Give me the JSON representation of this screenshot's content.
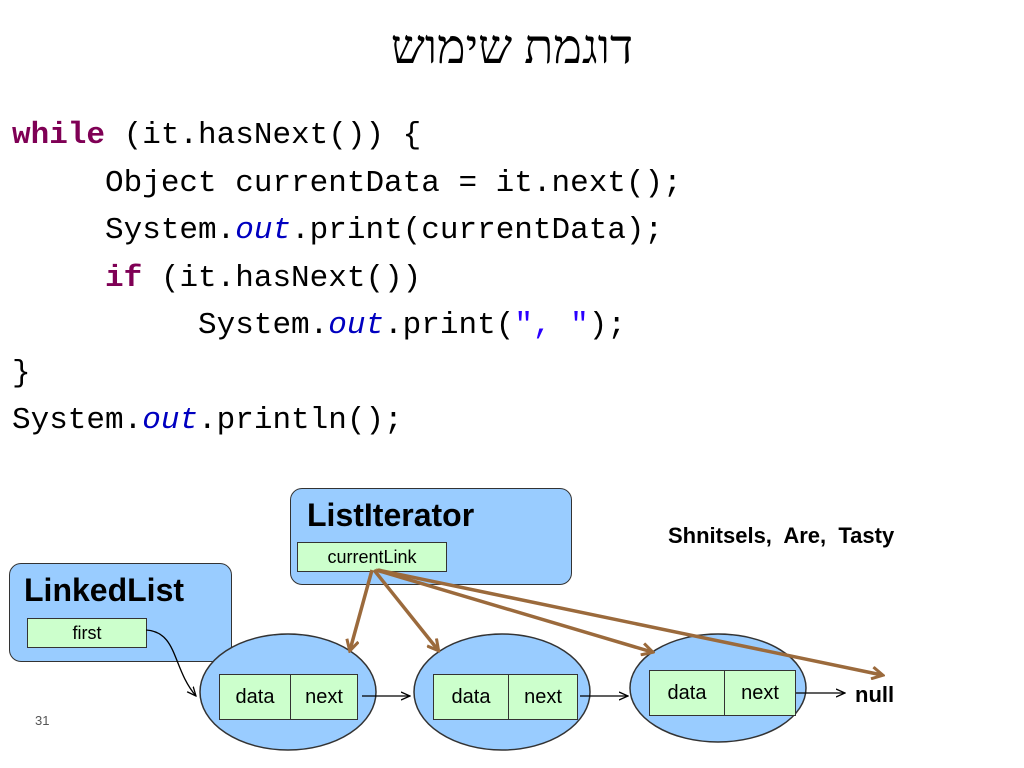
{
  "title": "דוגמת שימוש",
  "code": {
    "line1": {
      "kw": "while",
      "rest": " (it.hasNext()) {"
    },
    "line2": {
      "text": "     Object currentData = it.next();"
    },
    "line3": {
      "pre": "     System.",
      "it": "out",
      "post": ".print(currentData);"
    },
    "line4": {
      "indent": "     ",
      "kw": "if",
      "rest": " (it.hasNext())"
    },
    "line5": {
      "pre": "          System.",
      "it": "out",
      "mid": ".print(",
      "str": "\", \"",
      "post": ");"
    },
    "line6": {
      "text": "}"
    },
    "line7": {
      "pre": "System.",
      "it": "out",
      "post": ".println();"
    }
  },
  "list_iterator": {
    "title": "ListIterator",
    "field": "currentLink"
  },
  "linked_list": {
    "title": "LinkedList",
    "field": "first"
  },
  "nodes": [
    {
      "data": "data",
      "next": "next"
    },
    {
      "data": "data",
      "next": "next"
    },
    {
      "data": "data",
      "next": "next"
    }
  ],
  "null_label": "null",
  "output_text": "Shnitsels,  Are,  Tasty",
  "page_number": "31",
  "colors": {
    "box": "#99ccff",
    "field": "#ccffcc",
    "arrow": "#9b6a3c",
    "keyword": "#7f0055",
    "static_field": "#0000c0",
    "string": "#2a00ff"
  }
}
